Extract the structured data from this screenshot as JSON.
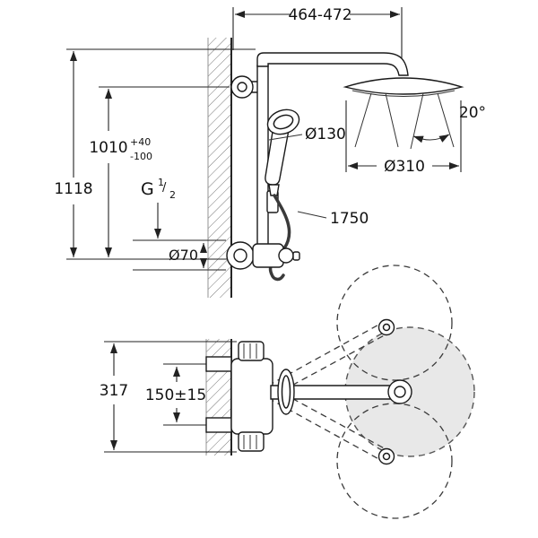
{
  "colors": {
    "line": "#1a1a1a",
    "dimension": "#222222",
    "disc_fill": "#e8e8e8"
  },
  "dimensions": {
    "width_range": "464-472",
    "total_height": "1118",
    "upper_height": {
      "value": "1010",
      "tol_plus": "+40",
      "tol_minus": "-100"
    },
    "thread": {
      "letter": "G",
      "numerator": "1",
      "slash": "/",
      "denominator": "2"
    },
    "escutcheon_diameter": "Ø70",
    "hand_shower_diameter": "Ø130",
    "hose_length": "1750",
    "spray_angle": "20°",
    "head_shower_diameter": "Ø310",
    "projection_depth": "317",
    "supply_spacing": "150±15"
  }
}
